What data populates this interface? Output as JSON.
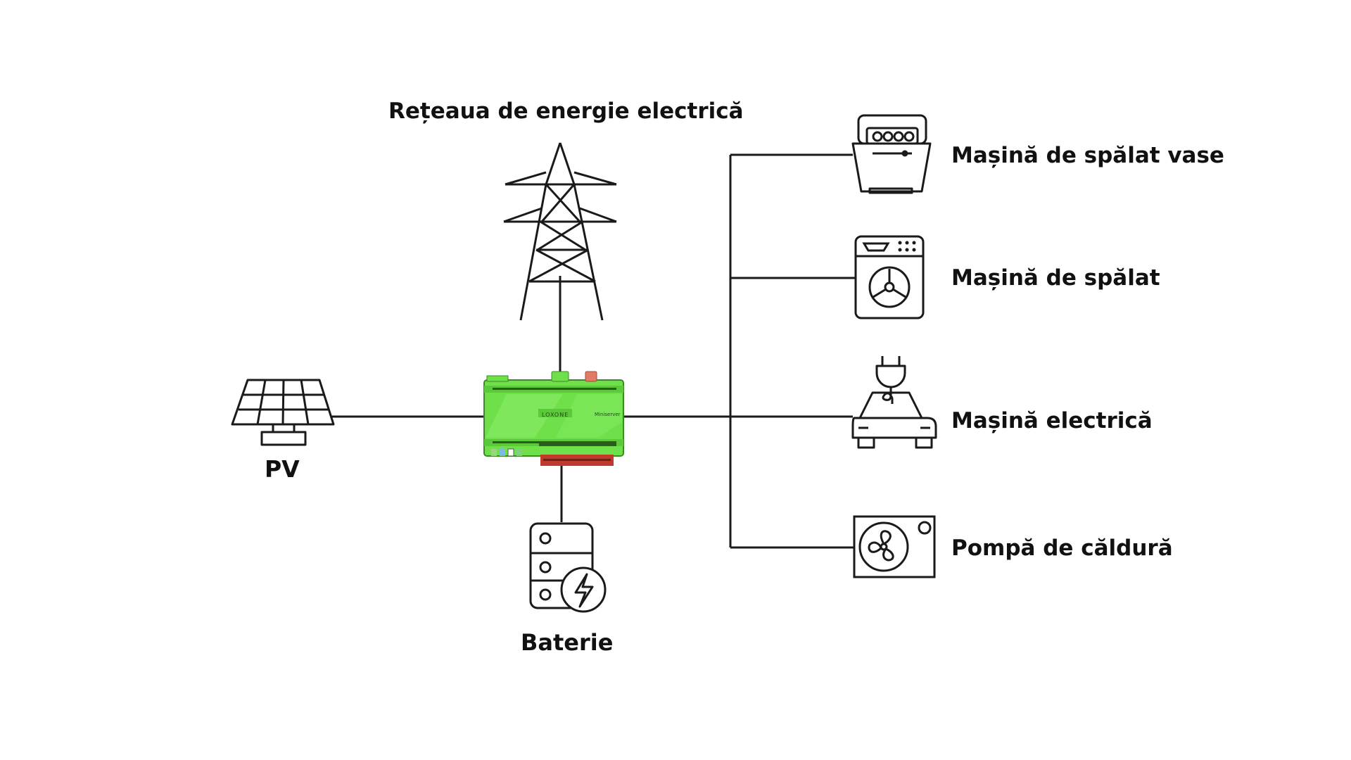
{
  "nodes": {
    "grid": {
      "label": "Rețeaua de energie electrică",
      "icon": "power-pylon-icon"
    },
    "pv": {
      "label": "PV",
      "icon": "solar-panel-icon"
    },
    "battery": {
      "label": "Baterie",
      "icon": "battery-storage-icon"
    },
    "controller": {
      "icon": "miniserver-controller-icon",
      "brand": "LOXONE",
      "model": "Miniserver"
    },
    "dishwasher": {
      "label": "Mașină de spălat vase",
      "icon": "dishwasher-icon"
    },
    "washer": {
      "label": "Mașină de spălat",
      "icon": "washing-machine-icon"
    },
    "ev": {
      "label": "Mașină electrică",
      "icon": "electric-car-icon"
    },
    "heatpump": {
      "label": "Pompă de căldură",
      "icon": "heat-pump-icon"
    }
  },
  "colors": {
    "line": "#1a1a1a",
    "controller_green": "#6fe04a",
    "controller_dark": "#3c8a26",
    "terminal_red": "#c0392b"
  }
}
